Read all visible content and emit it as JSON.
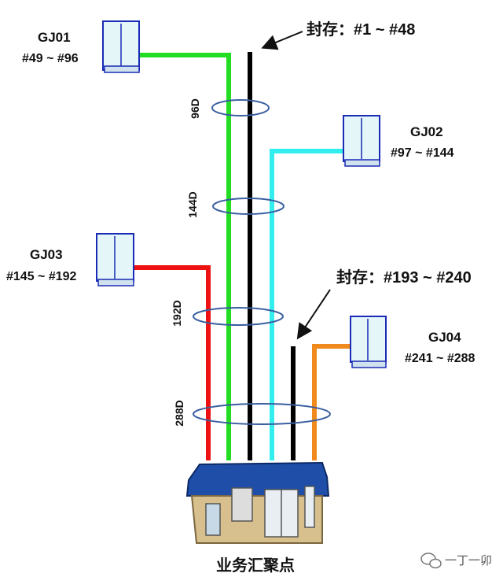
{
  "cabinets": [
    {
      "name": "GJ01",
      "range": "#49 ~ #96",
      "cable_color": "#22dd22"
    },
    {
      "name": "GJ02",
      "range": "#97 ~ #144",
      "cable_color": "#33eeee"
    },
    {
      "name": "GJ03",
      "range": "#145 ~ #192",
      "cable_color": "#ee1111"
    },
    {
      "name": "GJ04",
      "range": "#241 ~ #288",
      "cable_color": "#f08a1c"
    }
  ],
  "sealed": [
    {
      "label": "封存：#1 ~ #48",
      "cable_color": "#000000"
    },
    {
      "label": "封存：#193 ~ #240",
      "cable_color": "#000000"
    }
  ],
  "capacities": [
    "96D",
    "144D",
    "192D",
    "288D"
  ],
  "building_label": "业务汇聚点",
  "watermark": "一丁一卯",
  "colors": {
    "ring": "#3a5fa0",
    "cabinet_fill": "#e4f6f8",
    "cabinet_border": "#1a2bb5",
    "roof": "#1f4ea8",
    "wall": "#d8c08e"
  },
  "icons": [
    "cabinet-icon",
    "building-icon",
    "wechat-icon",
    "arrow-icon"
  ]
}
